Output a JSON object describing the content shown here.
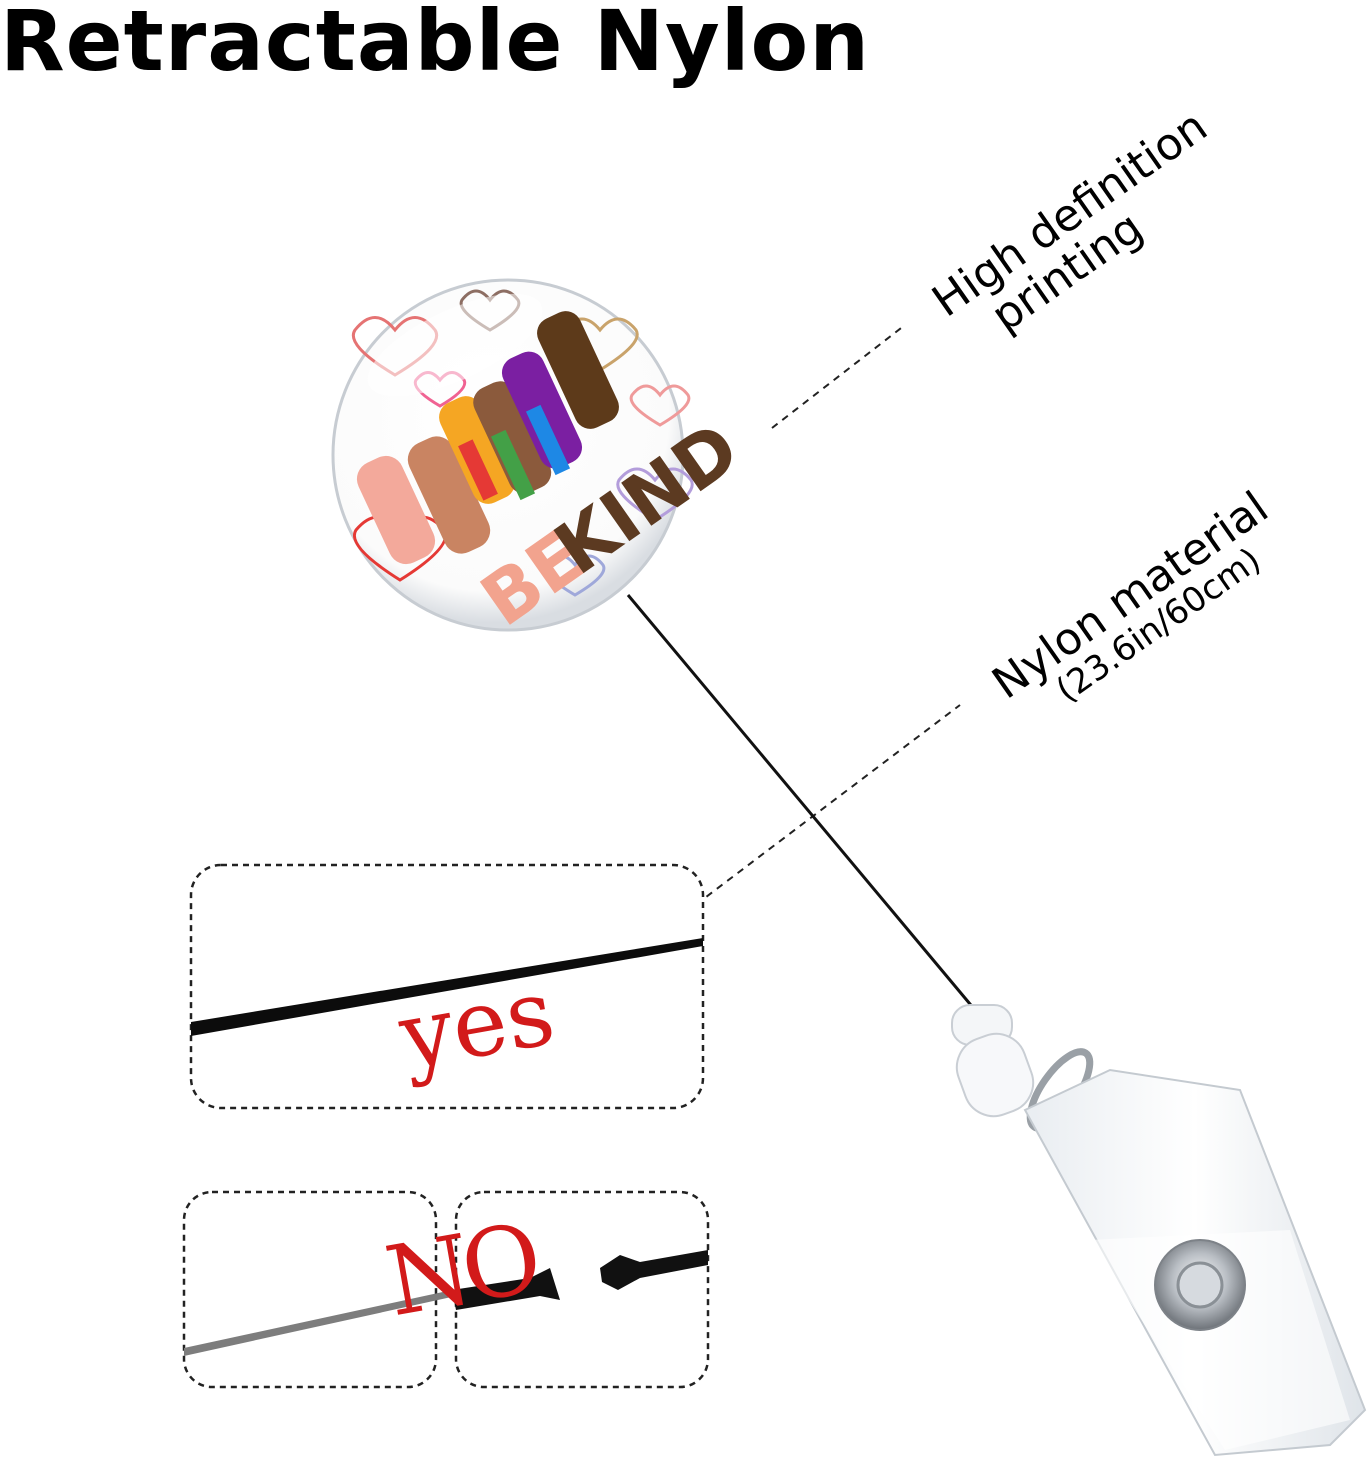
{
  "title": "Retractable Nylon",
  "callouts": [
    {
      "line1": "High definition",
      "line2": "printing"
    },
    {
      "line1": "Nylon material",
      "line2": "(23.6in/60cm)"
    }
  ],
  "comparison": {
    "good_label": "yes",
    "bad_label": "NO"
  },
  "badge": {
    "text_be": "BE",
    "text_kind": "KIND"
  },
  "colors": {
    "label_red": "#d21a1a",
    "cord": "#111111",
    "clip": "#f2f4f6"
  }
}
